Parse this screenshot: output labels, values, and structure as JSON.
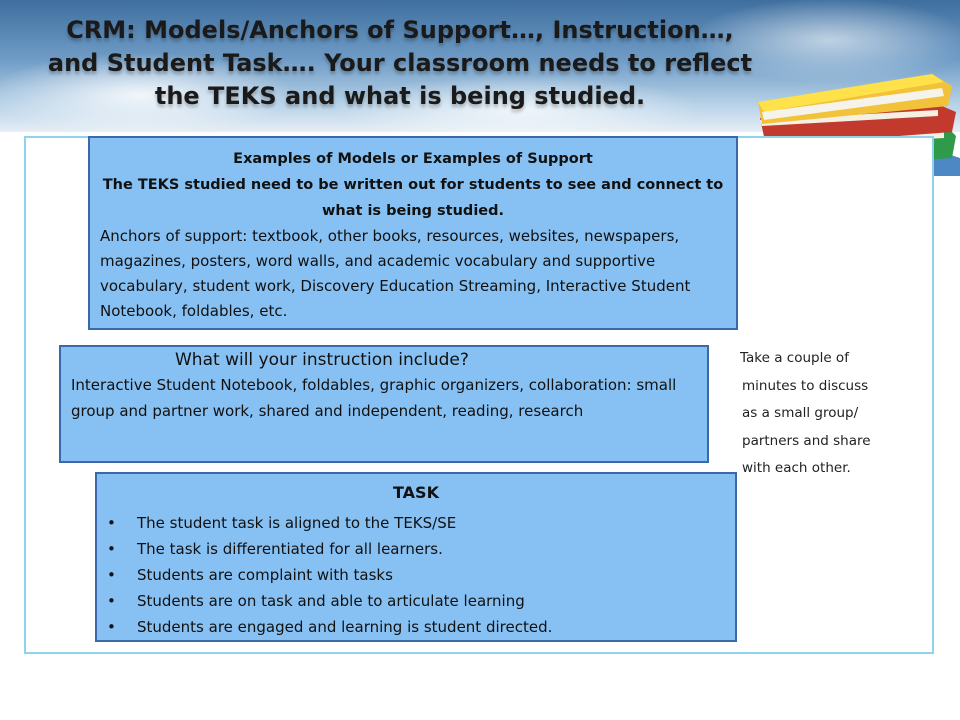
{
  "slide": {
    "title": "CRM: Models/Anchors of Support…, Instruction…, and Student Task…. Your classroom needs to reflect the TEKS and what is being studied."
  },
  "models_box": {
    "heading": "Examples of Models or Examples of Support",
    "subheading": "The TEKS studied need to be written out for students to see and connect to what is being studied.",
    "body": "Anchors of support:  textbook, other books, resources, websites, newspapers, magazines, posters, word walls, and academic vocabulary and supportive vocabulary, student work, Discovery Education Streaming, Interactive Student Notebook, foldables, etc."
  },
  "instruction_box": {
    "heading": "What will your instruction include?",
    "body": "Interactive Student Notebook, foldables, graphic organizers, collaboration: small group and partner work, shared and independent, reading, research"
  },
  "task_box": {
    "heading": "TASK",
    "bullet_glyph": "•",
    "items": [
      "The student task is aligned to the TEKS/SE",
      "The task is differentiated for all learners.",
      "Students are complaint with tasks",
      "Students are on task and able to articulate learning",
      "Students are engaged and learning is student directed."
    ]
  },
  "side_note": {
    "lines": [
      "Take a couple of",
      "minutes to discuss",
      "as a small group/",
      "partners and share",
      "with each other."
    ]
  },
  "decor": {
    "books_icon": "stack-of-books-icon",
    "box_fill": "#87c1f3",
    "box_border": "#3a68a8",
    "frame_border": "#8fd3ea"
  }
}
